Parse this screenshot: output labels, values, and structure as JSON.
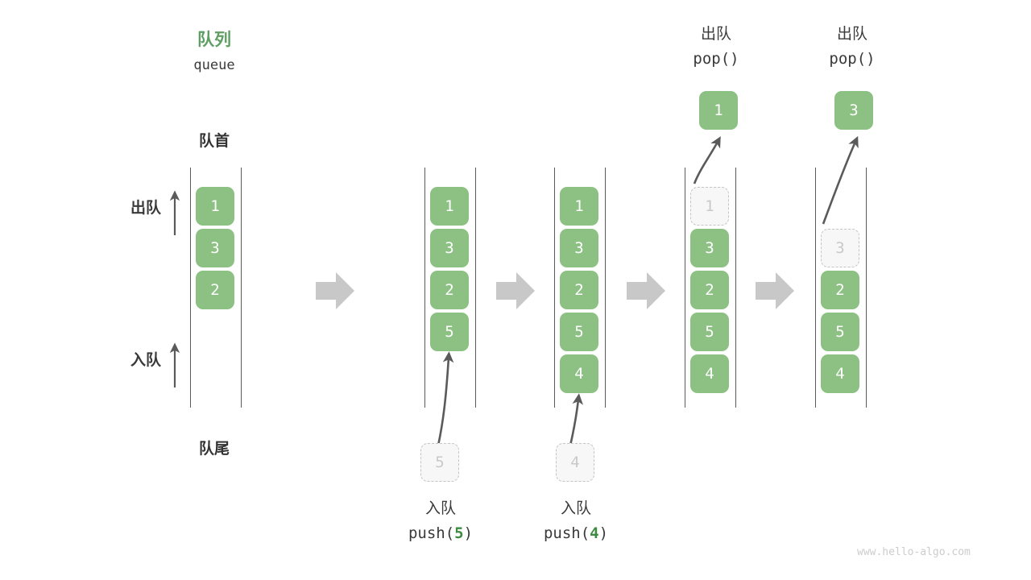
{
  "diagram": {
    "title_cn": "队列",
    "title_en": "queue",
    "head_label": "队首",
    "tail_label": "队尾",
    "dequeue_side_label": "出队",
    "enqueue_side_label": "入队",
    "watermark": "www.hello-algo.com",
    "colors": {
      "cell_green": "#8cc183",
      "title_green": "#5f9e63",
      "arg_green": "#3d8b40",
      "ghost_fill": "#f7f7f7",
      "ghost_border": "#c4c4c4",
      "ghost_text": "#c9c9c9",
      "rail": "#5a5a5a",
      "step_arrow": "#c8c8c8",
      "motion_arrow": "#5a5a5a",
      "text": "#3a3a3a",
      "watermark": "#cccccc"
    }
  },
  "steps": [
    {
      "id": "initial",
      "cells": [
        "1",
        "3",
        "2"
      ],
      "ghost_index": null,
      "top_label_cn": "",
      "top_label_code": "",
      "floating_cell": null,
      "bottom_label_cn": "",
      "bottom_label_code_prefix": "",
      "bottom_label_code_arg": "",
      "bottom_label_code_suffix": "",
      "incoming_ghost": null
    },
    {
      "id": "push-5",
      "cells": [
        "1",
        "3",
        "2",
        "5"
      ],
      "ghost_index": null,
      "top_label_cn": "",
      "top_label_code": "",
      "floating_cell": null,
      "bottom_label_cn": "入队",
      "bottom_label_code_prefix": "push(",
      "bottom_label_code_arg": "5",
      "bottom_label_code_suffix": ")",
      "incoming_ghost": "5"
    },
    {
      "id": "push-4",
      "cells": [
        "1",
        "3",
        "2",
        "5",
        "4"
      ],
      "ghost_index": null,
      "top_label_cn": "",
      "top_label_code": "",
      "floating_cell": null,
      "bottom_label_cn": "入队",
      "bottom_label_code_prefix": "push(",
      "bottom_label_code_arg": "4",
      "bottom_label_code_suffix": ")",
      "incoming_ghost": "4"
    },
    {
      "id": "pop-1",
      "cells": [
        "1",
        "3",
        "2",
        "5",
        "4"
      ],
      "ghost_index": 0,
      "top_label_cn": "出队",
      "top_label_code": "pop()",
      "floating_cell": "1",
      "bottom_label_cn": "",
      "bottom_label_code_prefix": "",
      "bottom_label_code_arg": "",
      "bottom_label_code_suffix": "",
      "incoming_ghost": null
    },
    {
      "id": "pop-3",
      "cells": [
        "3",
        "2",
        "5",
        "4"
      ],
      "ghost_index": 0,
      "top_label_cn": "出队",
      "top_label_code": "pop()",
      "floating_cell": "3",
      "bottom_label_cn": "",
      "bottom_label_code_prefix": "",
      "bottom_label_code_arg": "",
      "bottom_label_code_suffix": "",
      "incoming_ghost": null
    }
  ]
}
